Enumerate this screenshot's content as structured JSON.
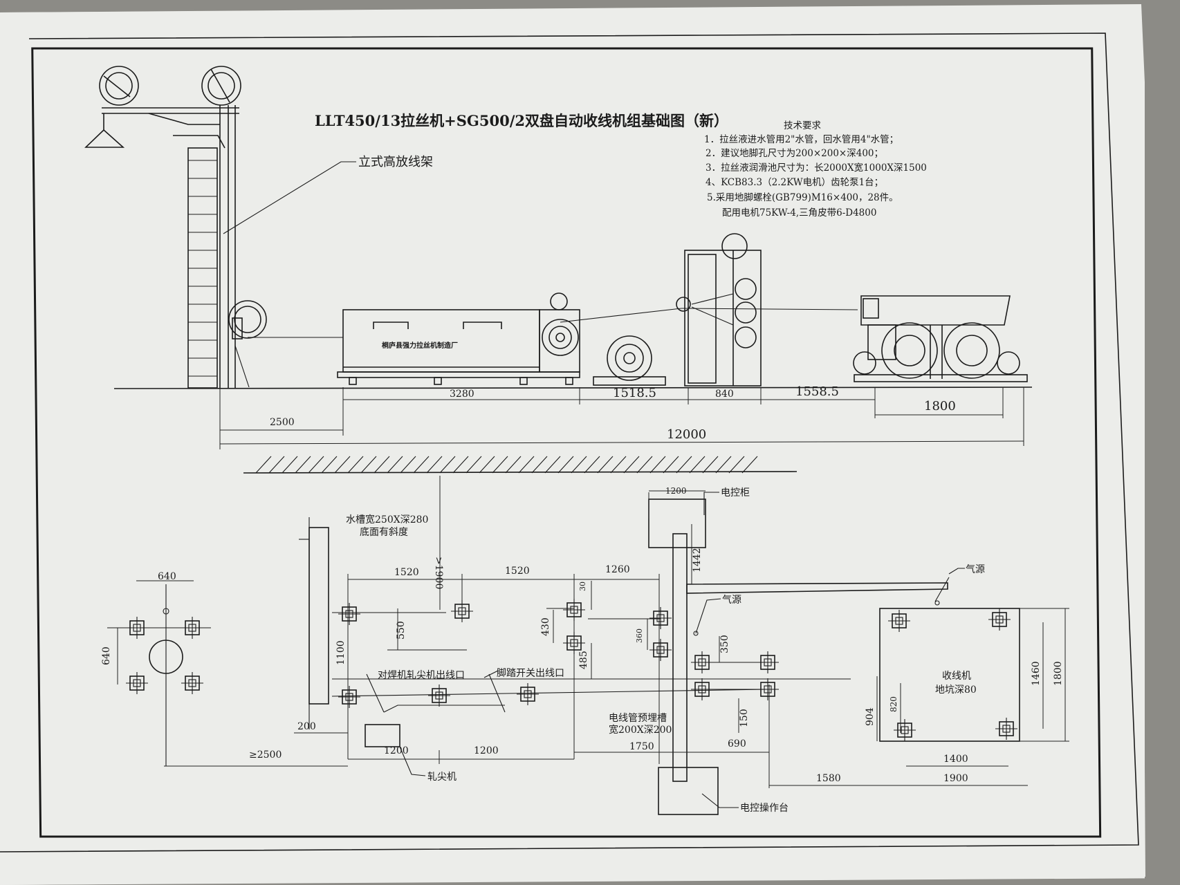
{
  "title": "LLT450/13拉丝机+SG500/2双盘自动收线机组基础图（新）",
  "requirements": {
    "heading": "技术要求",
    "items": [
      "1．拉丝液进水管用2\"水管，回水管用4\"水管；",
      "2．建议地脚孔尺寸为200×200×深400；",
      "3．拉丝液润滑池尺寸为：长2000X宽1000X深1500",
      "4、KCB83.3（2.2KW电机）齿轮泵1台；",
      "5.采用地脚螺栓(GB799)M16×400，28件。",
      "配用电机75KW-4,三角皮带6-D4800"
    ]
  },
  "elevation": {
    "label_payoff": "立式高放线架",
    "machine_plate": "桐庐县强力拉丝机制造厂",
    "dims": {
      "d3280": "3280",
      "d1518": "1518.5",
      "d840": "840",
      "d1558": "1558.5",
      "d1800": "1800",
      "d2500": "2500",
      "d12000": "12000"
    }
  },
  "plan": {
    "labels": {
      "tank": "水槽宽250X深280",
      "tank2": "底面有斜度",
      "cabinet": "电控柜",
      "air1": "气源",
      "air2": "气源",
      "welder_outlet": "对焊机轧尖机出线口",
      "pedal_outlet": "脚踏开关出线口",
      "conduit1": "电线管预埋槽",
      "conduit2": "宽200X深200",
      "pointer": "轧尖机",
      "console": "电控操作台",
      "takeup1": "收线机",
      "takeup2": "地坑深80"
    },
    "dims": {
      "p640a": "640",
      "p640b": "640",
      "p1900": ">1900",
      "p1520a": "1520",
      "p1520b": "1520",
      "p1260": "1260",
      "p1200top": "1200",
      "p1442": "1442",
      "p30": "30",
      "p430": "430",
      "p360": "360",
      "p550": "550",
      "p1100": "1100",
      "p485": "485",
      "p350": "350",
      "p150": "150",
      "p200": "200",
      "p2500": "≥2500",
      "p1200a": "1200",
      "p1200b": "1200",
      "p1750": "1750",
      "p690": "690",
      "p1580": "1580",
      "p1400": "1400",
      "p1900b": "1900",
      "p904": "904",
      "p820": "820",
      "p1460": "1460",
      "p1800": "1800"
    }
  }
}
